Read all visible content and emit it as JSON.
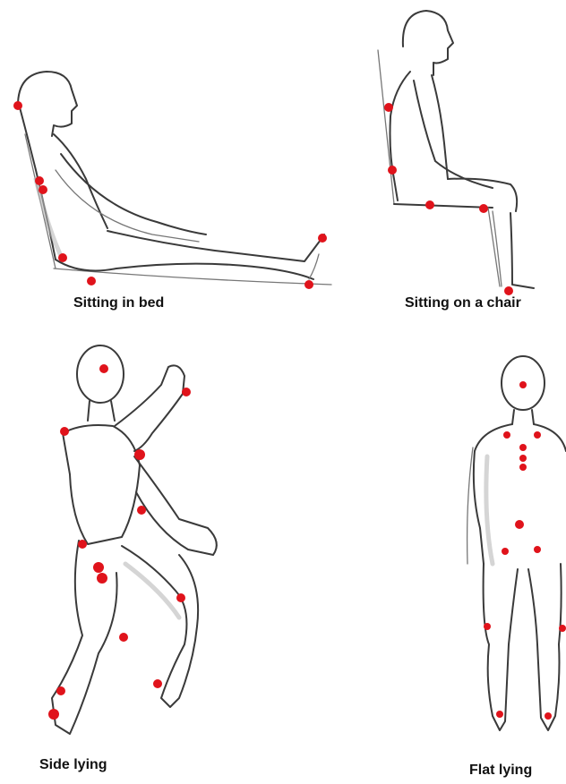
{
  "captions": {
    "sitting_in_bed": "Sitting in bed",
    "sitting_on_chair": "Sitting on a chair",
    "side_lying": "Side lying",
    "flat_lying": "Flat lying"
  },
  "colors": {
    "pressure_point": "#e0131b",
    "sketch_line": "#3a3a3a",
    "background": "#ffffff"
  }
}
